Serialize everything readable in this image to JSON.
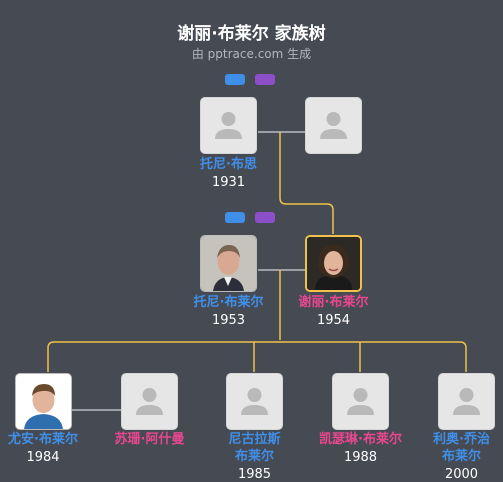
{
  "title": "谢丽·布莱尔 家族树",
  "subtitle": "由 pptrace.com 生成",
  "colors": {
    "background": "#464a53",
    "male": "#3f8fe8",
    "female": "#e8478f",
    "connector": "#f0c24b",
    "spouse_line": "#b8bbc1",
    "toggle_blue": "#3f8fe8",
    "toggle_purple": "#8d4fc9"
  },
  "grandparents": {
    "husband": {
      "name": "托尼·布思",
      "year": "1931",
      "gender": "male",
      "photo": false
    },
    "wife": {
      "name": "",
      "year": "",
      "gender": "female",
      "photo": false
    }
  },
  "parents": {
    "husband": {
      "name": "托尼·布莱尔",
      "year": "1953",
      "gender": "male",
      "photo": true
    },
    "wife": {
      "name": "谢丽·布莱尔",
      "year": "1954",
      "gender": "female",
      "photo": true,
      "highlighted": true
    }
  },
  "children": [
    {
      "name": "尤安·布莱尔",
      "year": "1984",
      "gender": "male",
      "photo": true
    },
    {
      "name": "苏珊·阿什曼",
      "year": "",
      "gender": "female",
      "photo": false,
      "spouse_of": "尤安·布莱尔"
    },
    {
      "name_line1": "尼古拉斯",
      "name_line2": "布莱尔",
      "year": "1985",
      "gender": "male",
      "photo": false
    },
    {
      "name": "凯瑟琳·布莱尔",
      "year": "1988",
      "gender": "female",
      "photo": false
    },
    {
      "name_line1": "利奥·乔治",
      "name_line2": "布莱尔",
      "year": "2000",
      "gender": "male",
      "photo": false
    }
  ]
}
